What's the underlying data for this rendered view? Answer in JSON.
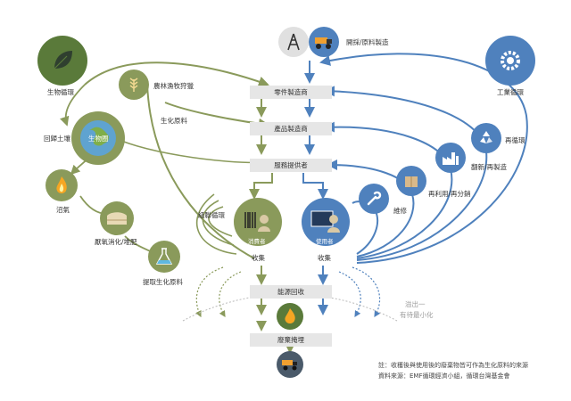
{
  "nodes": {
    "mining": "開採/原料製造",
    "biological_cycle": "生物循環",
    "industrial_cycle": "工業循環",
    "agri": "農林漁牧狩獵",
    "bio_material": "生化原料",
    "return_soil": "回歸土壤",
    "biosphere": "生物圈",
    "biogas": "沼氣",
    "anaerobic": "厭氧消化/堆肥",
    "extract_bio": "提取生化原料",
    "cascade": "級聯循環",
    "consumer": "消費者",
    "user": "使用者",
    "collect_left": "收集",
    "collect_right": "收集",
    "maintain": "維修",
    "reuse": "再利用/再分銷",
    "remanufacture": "翻新/再製造",
    "recycle": "再循環",
    "leak": "溢出一",
    "minimize": "有待最小化"
  },
  "boxes": {
    "parts": "零件製造商",
    "product": "產品製造商",
    "service": "服務提供者",
    "energy": "能源回收",
    "landfill": "廢棄掩埋"
  },
  "notes": {
    "note1": "註：收穫後與使用後的廢棄物皆可作為生化原料的來源",
    "note2": "資料來源：EMF循環經濟小組，循環台灣基金會"
  },
  "colors": {
    "bio_green": "#8a9a5b",
    "tech_blue": "#4f81bd",
    "box_gray": "#e6e6e6"
  }
}
